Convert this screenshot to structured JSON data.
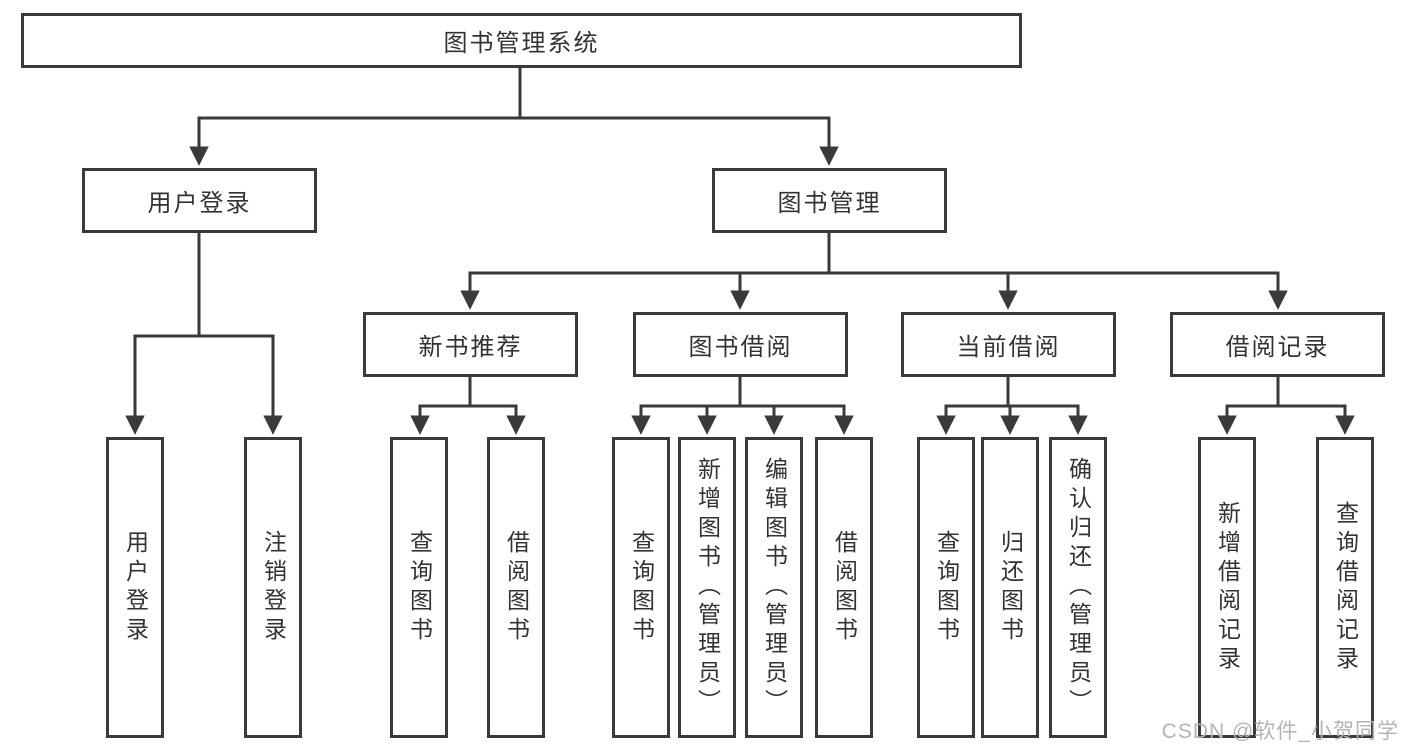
{
  "diagram": {
    "title_node": "图书管理系统",
    "root": {
      "label": "图书管理系统"
    },
    "branches": [
      {
        "label": "用户登录",
        "children": [
          {
            "label": "用户登录"
          },
          {
            "label": "注销登录"
          }
        ]
      },
      {
        "label": "图书管理",
        "children": [
          {
            "label": "新书推荐",
            "children": [
              {
                "label": "查询图书"
              },
              {
                "label": "借阅图书"
              }
            ]
          },
          {
            "label": "图书借阅",
            "children": [
              {
                "label": "查询图书"
              },
              {
                "label": "新增图书（管理员）"
              },
              {
                "label": "编辑图书（管理员）"
              },
              {
                "label": "借阅图书"
              }
            ]
          },
          {
            "label": "当前借阅",
            "children": [
              {
                "label": "查询图书"
              },
              {
                "label": "归还图书"
              },
              {
                "label": "确认归还（管理员）"
              }
            ]
          },
          {
            "label": "借阅记录",
            "children": [
              {
                "label": "新增借阅记录"
              },
              {
                "label": "查询借阅记录"
              }
            ]
          }
        ]
      }
    ]
  },
  "watermark": {
    "text": "CSDN @软件_小贺同学"
  },
  "colors": {
    "line": "#3a3a3a",
    "text": "#333333",
    "watermark": "#b4b4b4",
    "background": "#ffffff"
  }
}
